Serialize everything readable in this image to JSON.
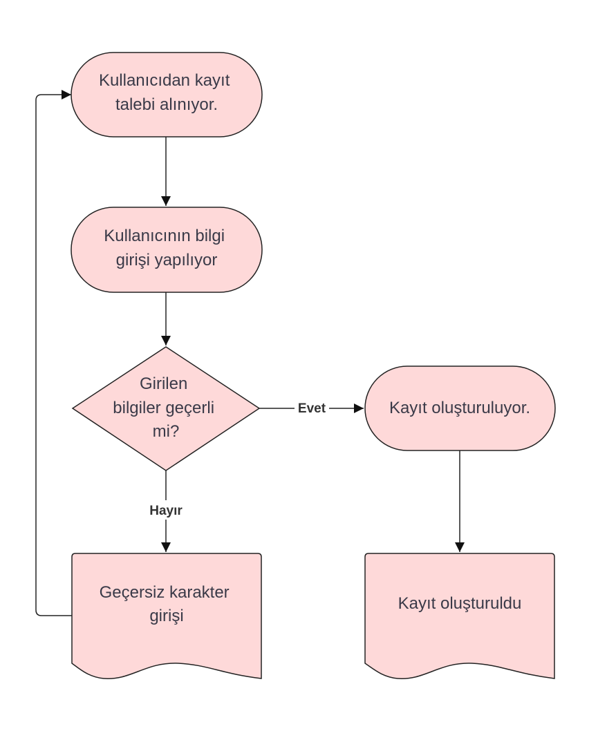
{
  "colors": {
    "node_fill": "#fed9d9",
    "stroke": "#222222",
    "text": "#3a3a48"
  },
  "nodes": {
    "start": {
      "shape": "terminator",
      "lines": [
        "Kullanıcıdan kayıt",
        "talebi alınıyor."
      ]
    },
    "input": {
      "shape": "terminator",
      "lines": [
        "Kullanıcının bilgi",
        "girişi yapılıyor"
      ]
    },
    "decision": {
      "shape": "decision",
      "lines": [
        "Girilen",
        "bilgiler geçerli",
        "mi?"
      ]
    },
    "create": {
      "shape": "terminator",
      "lines": [
        "Kayıt oluşturuluyor."
      ]
    },
    "invalid": {
      "shape": "document",
      "lines": [
        "Geçersiz karakter",
        "girişi"
      ]
    },
    "done": {
      "shape": "document",
      "lines": [
        "Kayıt oluşturuldu"
      ]
    }
  },
  "edges": {
    "yes_label": "Evet",
    "no_label": "Hayır"
  }
}
